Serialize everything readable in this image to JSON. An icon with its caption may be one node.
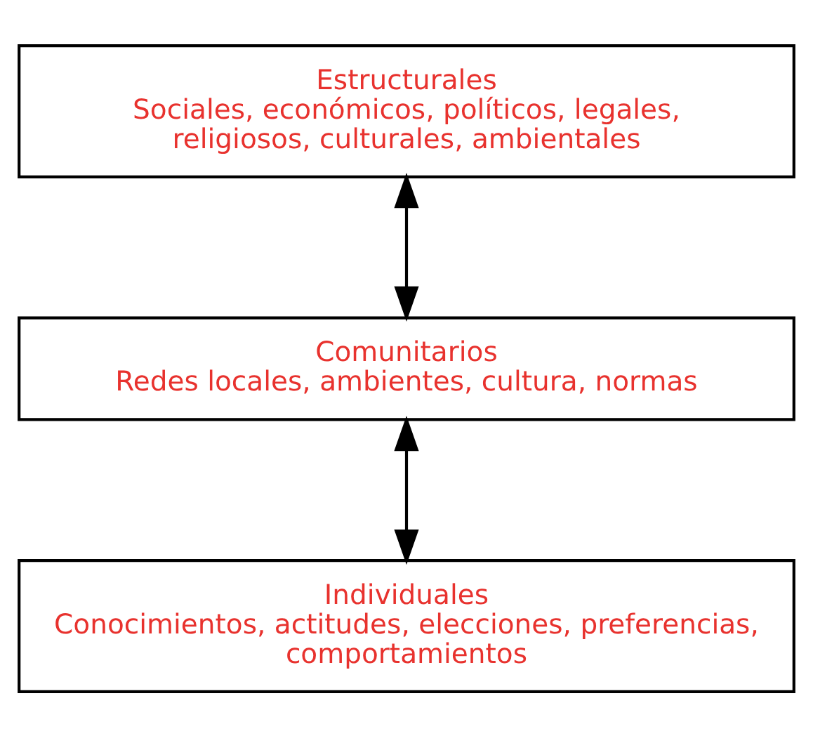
{
  "diagram": {
    "nodes": [
      {
        "text": [
          "Estructurales",
          "Sociales, económicos, políticos, legales, religiosos, culturales, ambientales"
        ]
      },
      {
        "text": [
          "Comunitarios",
          "Redes locales, ambientes, cultura, normas"
        ]
      },
      {
        "text": [
          "Individuales",
          "Conocimientos, actitudes, elecciones, preferencias, comportamientos"
        ]
      }
    ],
    "edges": [
      {
        "from": 0,
        "to": 1,
        "arrow": "both"
      },
      {
        "from": 1,
        "to": 2,
        "arrow": "both"
      }
    ]
  }
}
